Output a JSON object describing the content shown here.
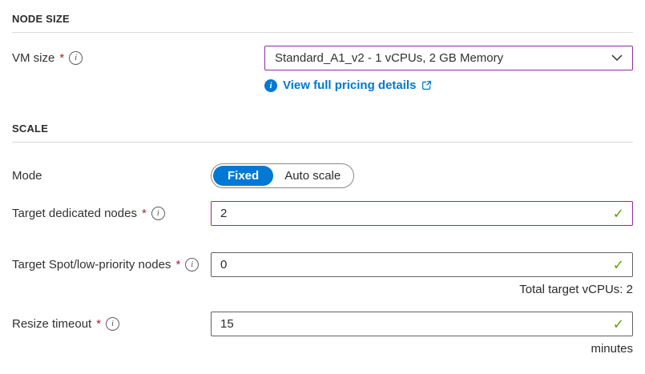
{
  "colors": {
    "accent_blue": "#0078d4",
    "dirty_field_purple": "#8a2da5",
    "valid_green": "#57a300",
    "required_red": "#a4262c"
  },
  "node_size": {
    "header": "NODE SIZE",
    "vm_size": {
      "label": "VM size",
      "required_mark": "*",
      "selected_option": "Standard_A1_v2 - 1 vCPUs, 2 GB Memory"
    },
    "pricing_link": {
      "label": "View full pricing details"
    }
  },
  "scale": {
    "header": "SCALE",
    "mode": {
      "label": "Mode",
      "options": [
        {
          "label": "Fixed",
          "selected": true
        },
        {
          "label": "Auto scale",
          "selected": false
        }
      ]
    },
    "target_dedicated_nodes": {
      "label": "Target dedicated nodes",
      "required_mark": "*",
      "value": "2"
    },
    "target_spot_nodes": {
      "label": "Target Spot/low-priority nodes",
      "required_mark": "*",
      "value": "0"
    },
    "total_vcpus_note": "Total target vCPUs: 2",
    "resize_timeout": {
      "label": "Resize timeout",
      "required_mark": "*",
      "value": "15",
      "unit": "minutes"
    }
  }
}
